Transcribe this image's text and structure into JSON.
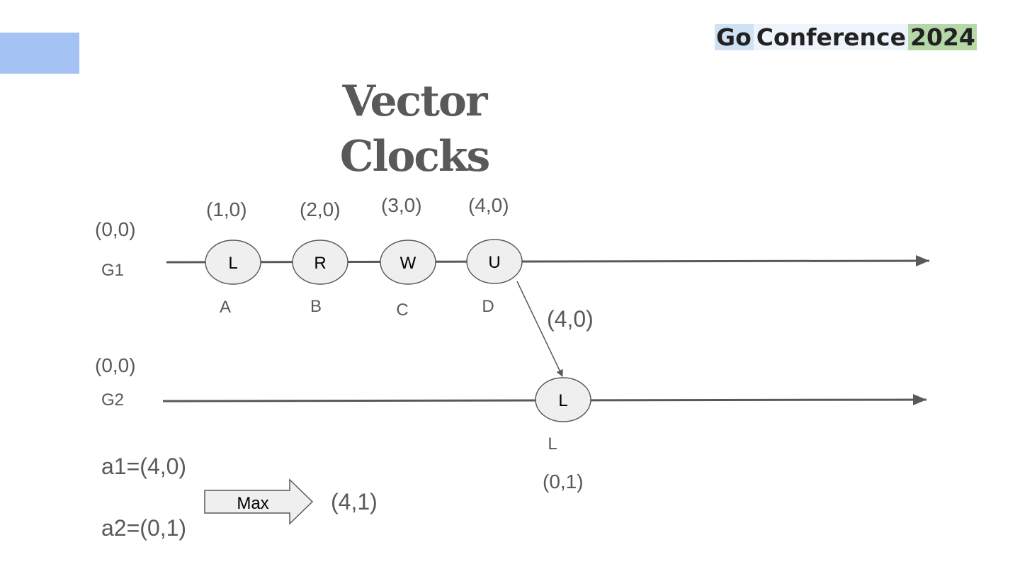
{
  "logo": {
    "part1": "Go",
    "part2": "Conference",
    "part3": "2024"
  },
  "title": {
    "line1": "Vector",
    "line2": "Clocks"
  },
  "colors": {
    "accent_block": "#a4c2f4",
    "text_gray": "#595959",
    "node_fill": "#efefef",
    "line": "#595959"
  },
  "g1": {
    "label": "G1",
    "initial_clock": "(0,0)",
    "events": [
      {
        "symbol": "L",
        "name": "A",
        "clock": "(1,0)"
      },
      {
        "symbol": "R",
        "name": "B",
        "clock": "(2,0)"
      },
      {
        "symbol": "W",
        "name": "C",
        "clock": "(3,0)"
      },
      {
        "symbol": "U",
        "name": "D",
        "clock": "(4,0)"
      }
    ]
  },
  "g2": {
    "label": "G2",
    "initial_clock": "(0,0)",
    "events": [
      {
        "symbol": "L",
        "name": "L",
        "clock": "(0,1)"
      }
    ]
  },
  "message": {
    "clock": "(4,0)"
  },
  "merge": {
    "a1": "a1=(4,0)",
    "a2": "a2=(0,1)",
    "operator": "Max",
    "result": "(4,1)"
  }
}
